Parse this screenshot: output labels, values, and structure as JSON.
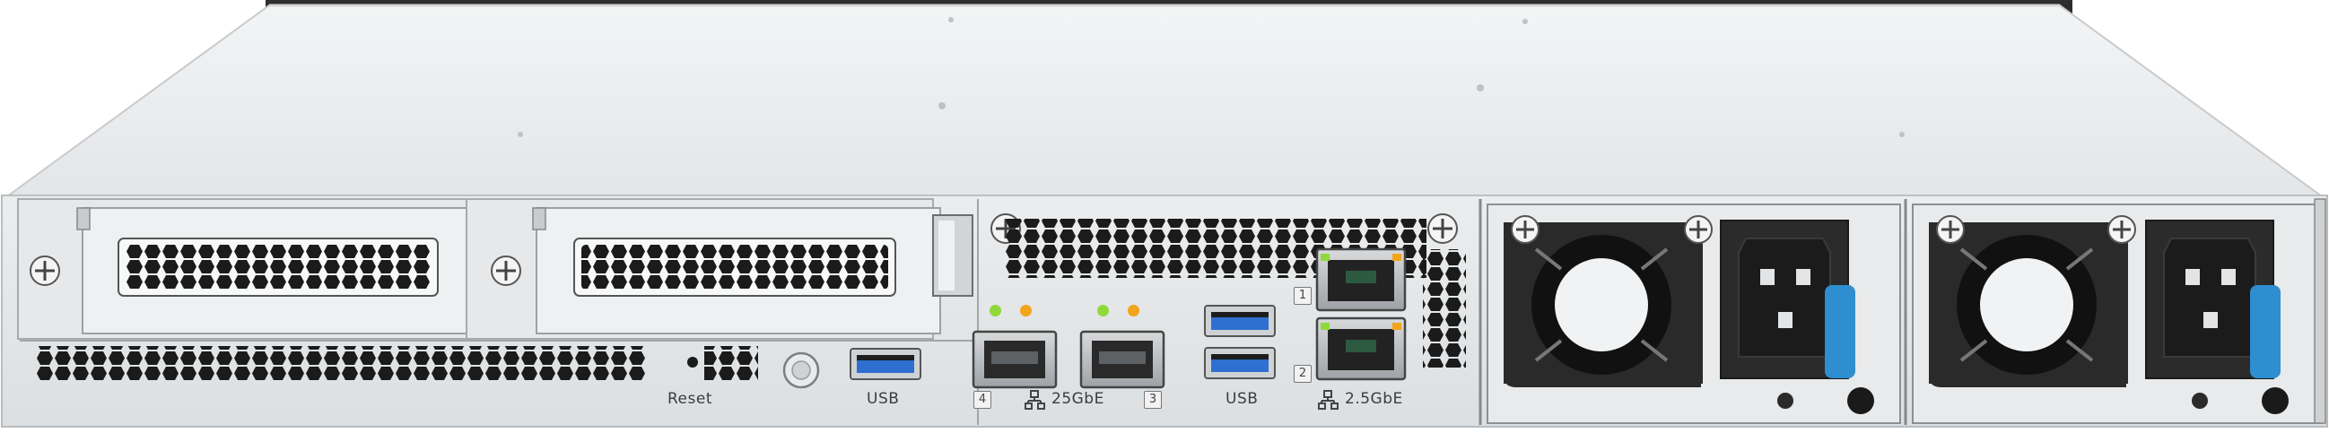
{
  "product_photo": {
    "subject": "rackmount-server-rear-panel",
    "labels": {
      "reset": "Reset",
      "usb_left": "USB",
      "usb_middle": "USB",
      "net_25g": "25GbE",
      "net_2_5g": "2.5GbE"
    },
    "port_numbers": {
      "sfp_left": "4",
      "sfp_right": "3",
      "rj45_top": "1",
      "rj45_bottom": "2"
    },
    "colors": {
      "chassis": "#e4e6e8",
      "chassis_top": "#eef0f1",
      "frame": "#3a3a3a",
      "vent": "#1d1d1d",
      "led_green": "#8fd93a",
      "led_amber": "#f2a41b",
      "usb_blue": "#2f6fd0",
      "psu_handle_blue": "#2f8ed0"
    }
  }
}
